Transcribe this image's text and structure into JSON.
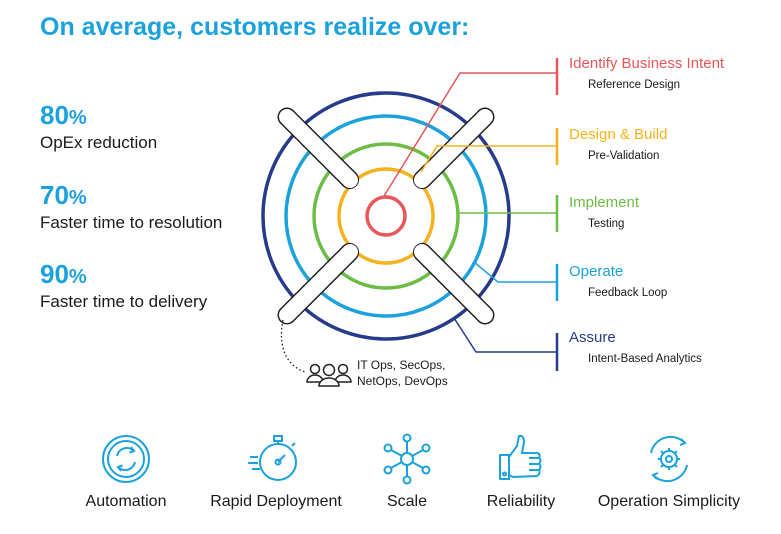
{
  "title": "On average, customers realize over:",
  "stats": [
    {
      "value": "80",
      "unit": "%",
      "label": "OpEx reduction"
    },
    {
      "value": "70",
      "unit": "%",
      "label": "Faster time to resolution"
    },
    {
      "value": "90",
      "unit": "%",
      "label": "Faster time to delivery"
    }
  ],
  "stages": [
    {
      "name": "Identify Business Intent",
      "sub": "Reference Design",
      "color": "#e8555a"
    },
    {
      "name": "Design & Build",
      "sub": "Pre-Validation",
      "color": "#f5b21c"
    },
    {
      "name": "Implement",
      "sub": "Testing",
      "color": "#6cbd45"
    },
    {
      "name": "Operate",
      "sub": "Feedback Loop",
      "color": "#1ba2dc"
    },
    {
      "name": "Assure",
      "sub": "Intent-Based Analytics",
      "color": "#263b8a"
    }
  ],
  "teams": {
    "line1": "IT Ops, SecOps,",
    "line2": "NetOps, DevOps"
  },
  "benefits": [
    {
      "label": "Automation",
      "icon": "automation-icon"
    },
    {
      "label": "Rapid Deployment",
      "icon": "stopwatch-icon"
    },
    {
      "label": "Scale",
      "icon": "network-nodes-icon"
    },
    {
      "label": "Reliability",
      "icon": "thumbs-up-icon"
    },
    {
      "label": "Operation Simplicity",
      "icon": "gear-cycle-icon"
    }
  ],
  "accent": "#1ba2dc"
}
